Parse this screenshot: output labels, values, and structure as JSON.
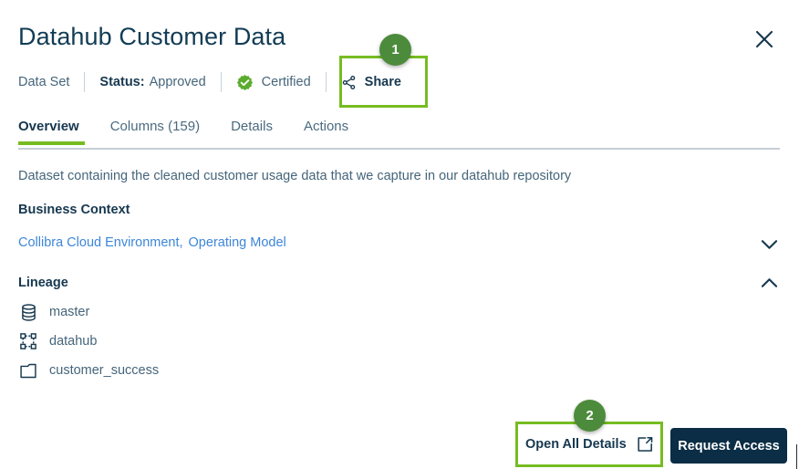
{
  "header": {
    "title": "Datahub Customer Data",
    "close_icon": "close-icon"
  },
  "meta": {
    "type_label": "Data Set",
    "status_label": "Status:",
    "status_value": "Approved",
    "certified_label": "Certified",
    "certified_icon": "certified-check-icon",
    "share_label": "Share",
    "share_icon": "share-nodes-icon"
  },
  "callouts": [
    {
      "number": "1",
      "target": "share-button"
    },
    {
      "number": "2",
      "target": "open-all-details-button"
    }
  ],
  "tabs": [
    {
      "label": "Overview",
      "active": true
    },
    {
      "label": "Columns (159)",
      "active": false
    },
    {
      "label": "Details",
      "active": false
    },
    {
      "label": "Actions",
      "active": false
    }
  ],
  "main": {
    "description": "Dataset containing the cleaned customer usage data that we capture in our datahub repository",
    "business_context": {
      "title": "Business Context",
      "links": [
        "Collibra Cloud Environment,",
        "Operating Model"
      ],
      "collapse_icon": "chevron-down-icon",
      "expanded": false
    },
    "lineage": {
      "title": "Lineage",
      "collapse_icon": "chevron-up-icon",
      "expanded": true,
      "items": [
        {
          "label": "master",
          "icon": "database-icon"
        },
        {
          "label": "datahub",
          "icon": "schema-icon"
        },
        {
          "label": "customer_success",
          "icon": "table-folder-icon"
        }
      ]
    }
  },
  "footer": {
    "open_all_details_label": "Open All Details",
    "open_all_details_icon": "external-link-icon",
    "request_access_label": "Request Access"
  },
  "colors": {
    "accent_green": "#76bc21",
    "badge_green": "#4c8b3b",
    "navy": "#16384f",
    "button_navy": "#0b2d45",
    "link_blue": "#3d86d8",
    "muted_text": "#45657a"
  }
}
